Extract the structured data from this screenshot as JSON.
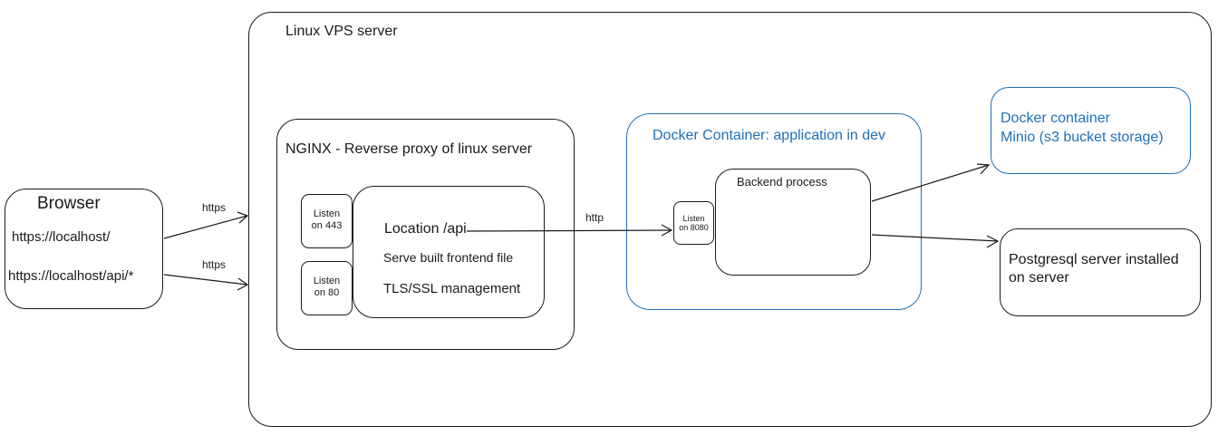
{
  "vps": {
    "title": "Linux VPS server"
  },
  "browser": {
    "title": "Browser",
    "url1": "https://localhost/",
    "url2": "https://localhost/api/*"
  },
  "edges": {
    "https_1": "https",
    "https_2": "https",
    "http": "http"
  },
  "nginx": {
    "title": "NGINX - Reverse proxy of linux server",
    "listen_443": [
      "Listen",
      "on 443"
    ],
    "listen_80": [
      "Listen",
      "on 80"
    ],
    "location": "Location /api",
    "serve": "Serve built frontend file",
    "tls": "TLS/SSL management"
  },
  "docker_app": {
    "title": "Docker Container: application in dev",
    "listen_8080": [
      "Listen",
      "on 8080"
    ],
    "backend": "Backend process"
  },
  "minio": {
    "line1": "Docker container",
    "line2": "Minio (s3 bucket storage)"
  },
  "postgres": {
    "line1": "Postgresql server installed",
    "line2": "on server"
  },
  "colors": {
    "blue": "#1f6fb5",
    "stroke": "#1a1a1a"
  }
}
